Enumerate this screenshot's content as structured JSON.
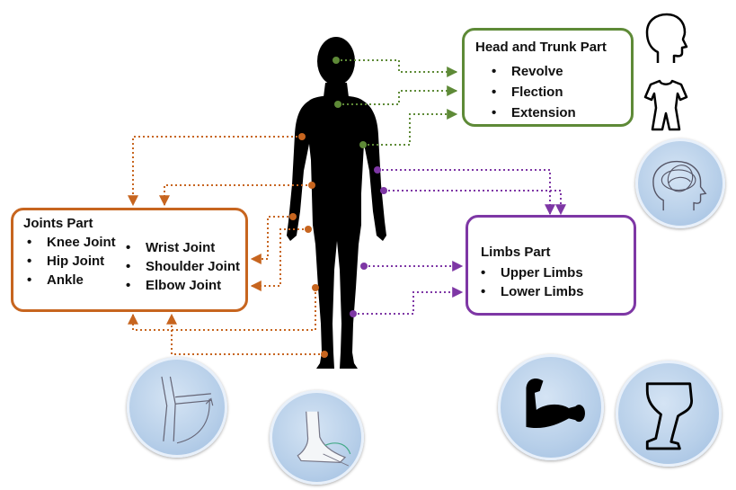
{
  "head_trunk": {
    "title": "Head and Trunk Part",
    "items": [
      "Revolve",
      "Flection",
      "Extension"
    ]
  },
  "joints": {
    "title": "Joints Part",
    "col1": [
      "Knee Joint",
      "Hip Joint",
      "Ankle"
    ],
    "col2": [
      "Wrist Joint",
      "Shoulder Joint",
      "Elbow Joint"
    ]
  },
  "limbs": {
    "title": "Limbs Part",
    "items": [
      "Upper Limbs",
      "Lower Limbs"
    ]
  },
  "colors": {
    "head_trunk": "#5e8a37",
    "joints": "#c7651f",
    "limbs": "#7e37a5",
    "silhouette": "#000000",
    "icon_circle": "#b7cfe9"
  },
  "icons": [
    "head-profile-icon",
    "torso-icon",
    "brain-rotation-icon",
    "leg-flexion-icon",
    "foot-ankle-icon",
    "flexed-arm-icon",
    "bent-leg-icon",
    "human-silhouette-icon"
  ]
}
